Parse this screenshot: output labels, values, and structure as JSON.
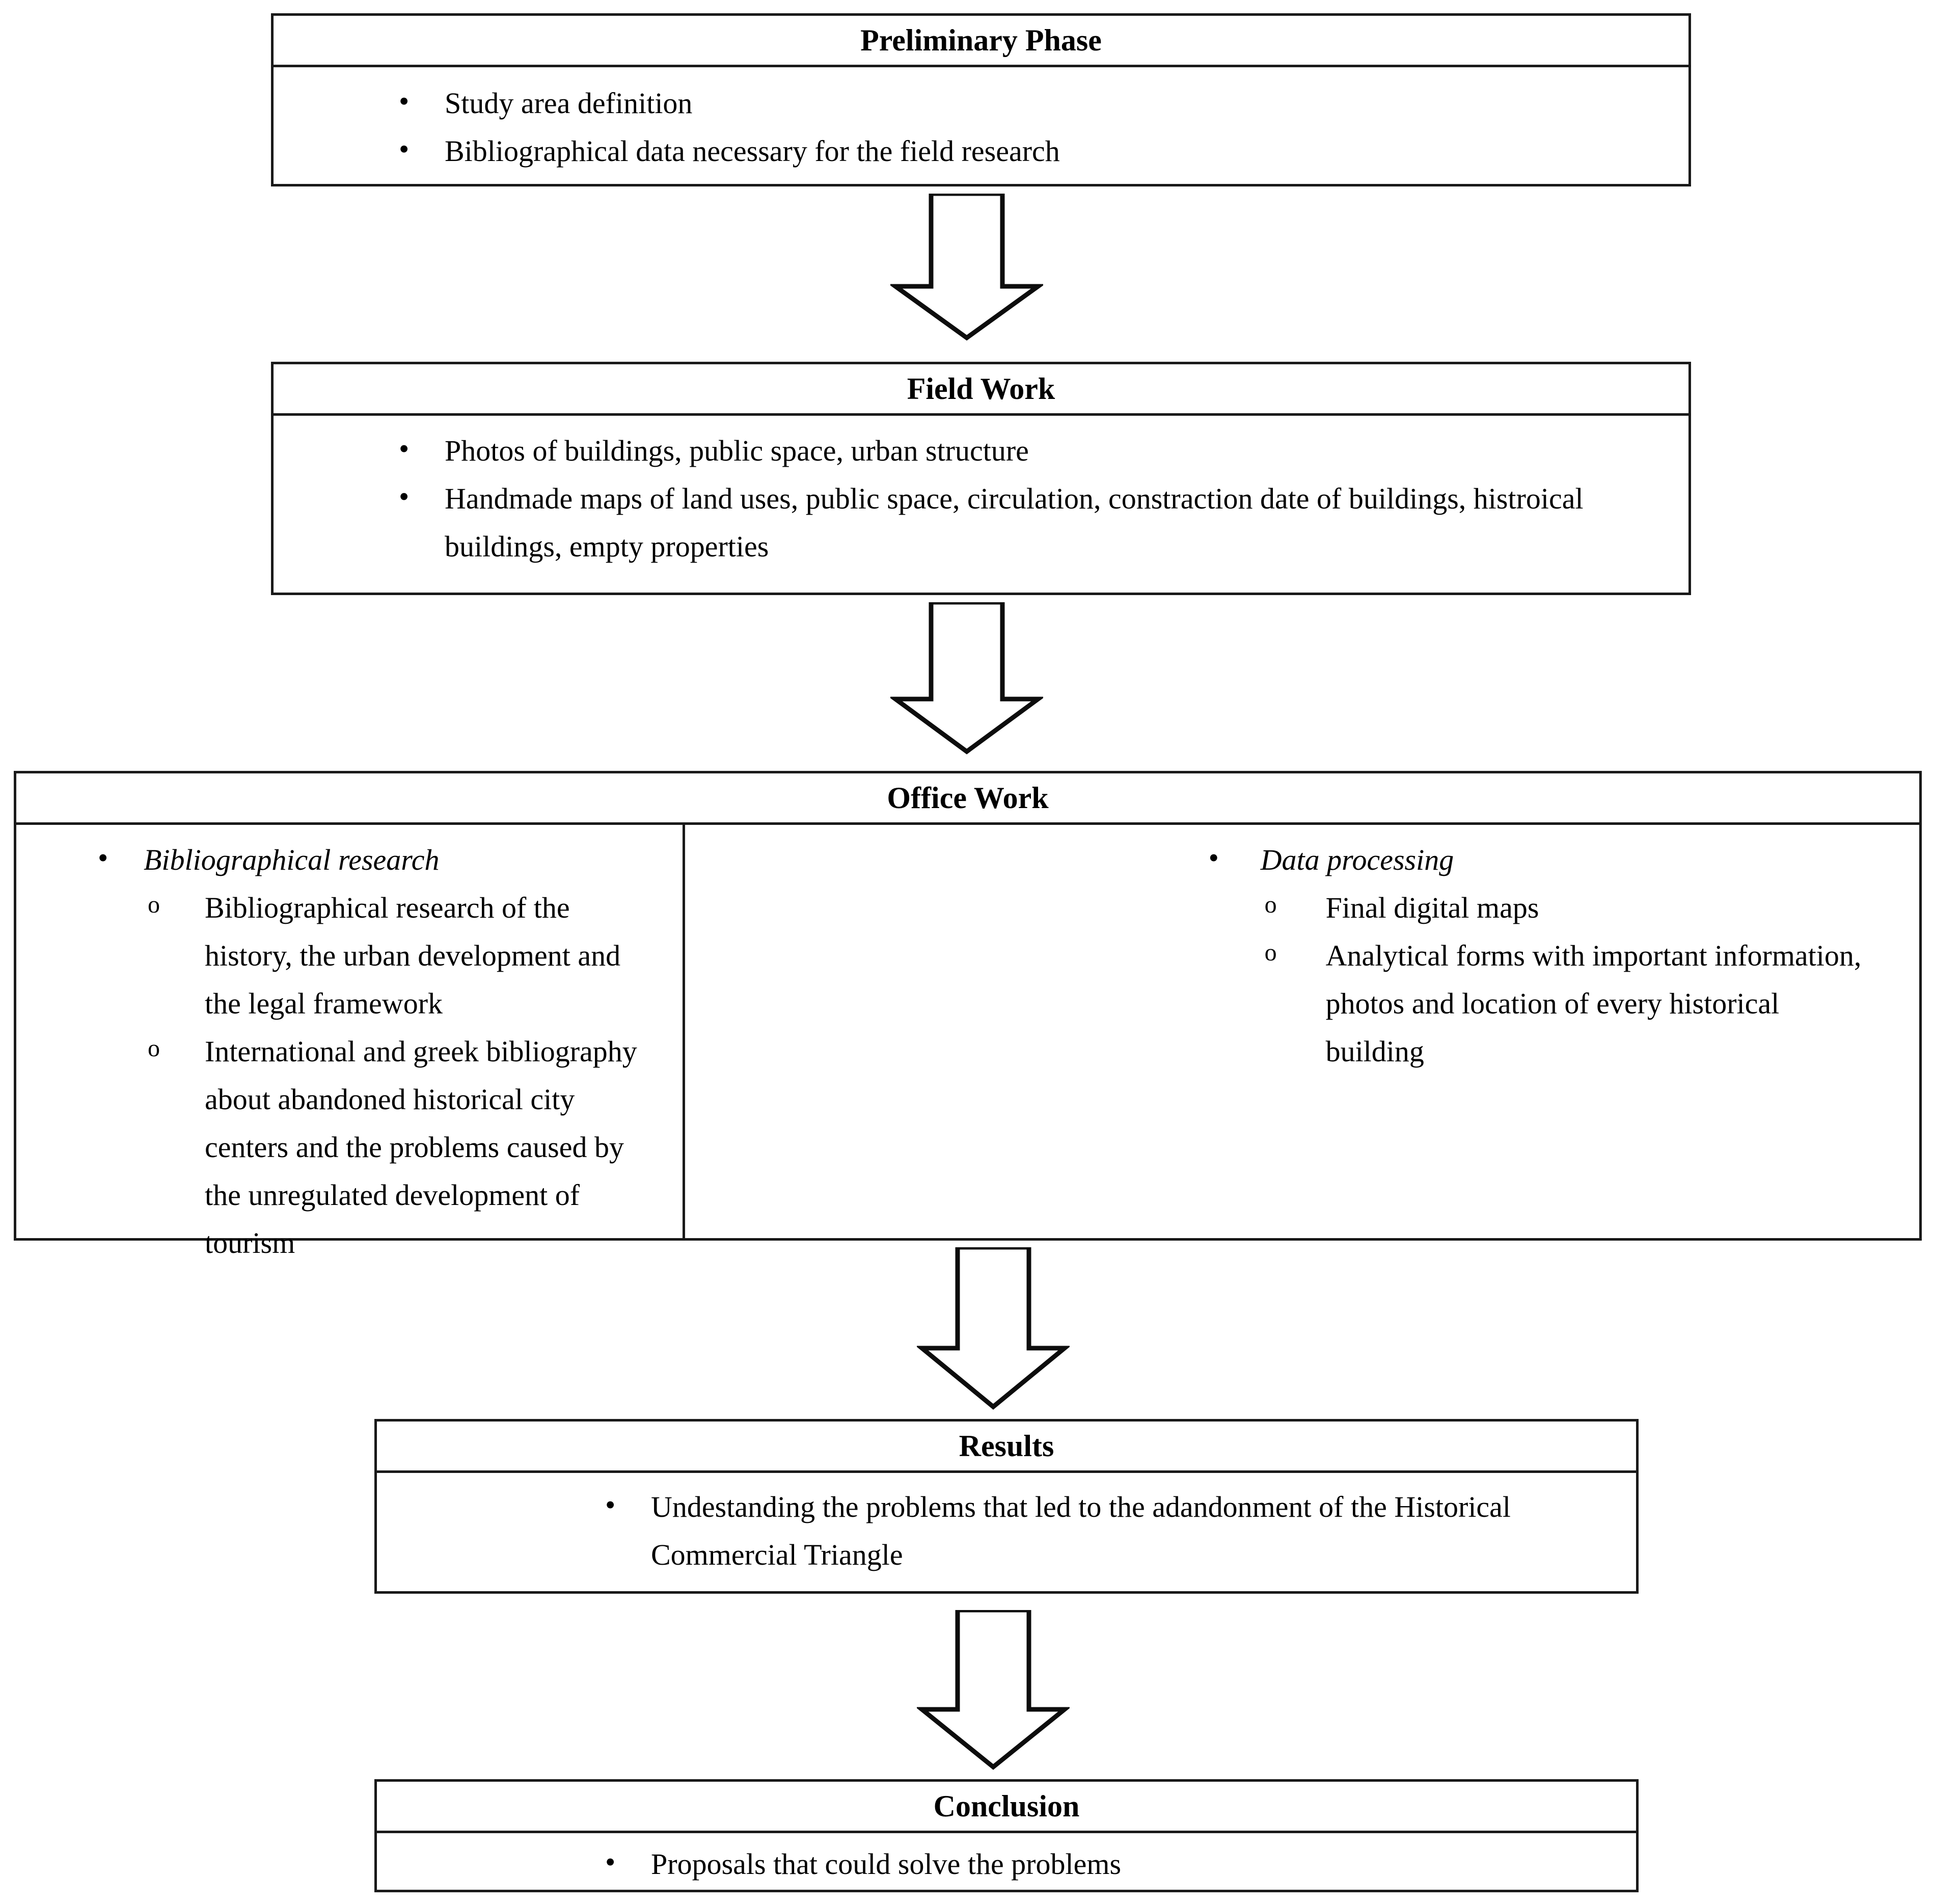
{
  "diagram": {
    "title": "Research Methodology Flowchart",
    "orientation": "top-to-bottom",
    "stroke_color": "#1a1a1a",
    "background_color": "#ffffff"
  },
  "nodes": {
    "preliminary": {
      "header": "Preliminary Phase",
      "bullets": [
        "Study area definition",
        "Bibliographical data necessary for the field research"
      ]
    },
    "fieldwork": {
      "header": "Field Work",
      "bullets": [
        "Photos of buildings, public space, urban structure",
        "Handmade maps of land uses, public space, circulation, constraction date of buildings, histroical buildings, empty properties"
      ]
    },
    "officework": {
      "header": "Office Work",
      "columns": [
        {
          "heading": "Bibliographical research",
          "heading_style": "italic",
          "subitems": [
            "Bibliographical research of the history, the urban development and the legal framework",
            "International and greek bibliography about abandoned historical city centers and the problems caused by the unregulated development of tourism"
          ]
        },
        {
          "heading": "Data processing",
          "heading_style": "italic",
          "subitems": [
            "Final digital maps",
            "Analytical forms with important information, photos and location of every historical building"
          ]
        }
      ]
    },
    "results": {
      "header": "Results",
      "bullets": [
        "Undestanding the problems that led to the adandonment of the Historical Commercial Triangle"
      ]
    },
    "conclusion": {
      "header": "Conclusion",
      "bullets": [
        "Proposals that could solve the problems"
      ]
    }
  },
  "connectors": [
    {
      "name": "arrow-preliminary-to-fieldwork",
      "shape": "block-arrow-down"
    },
    {
      "name": "arrow-fieldwork-to-officework",
      "shape": "block-arrow-down"
    },
    {
      "name": "arrow-officework-to-results",
      "shape": "block-arrow-down"
    },
    {
      "name": "arrow-results-to-conclusion",
      "shape": "block-arrow-down"
    }
  ]
}
